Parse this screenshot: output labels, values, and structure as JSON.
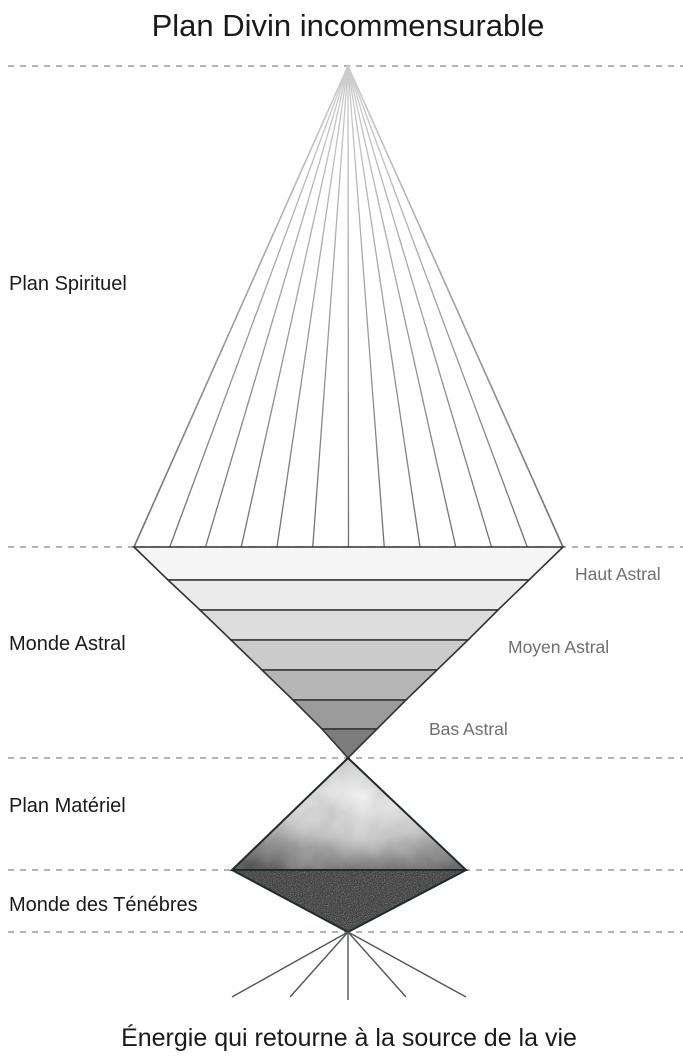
{
  "title": "Plan Divin incommensurable",
  "planes": [
    {
      "label": "Plan Spirituel"
    },
    {
      "label": "Monde Astral"
    },
    {
      "label": "Plan Matériel"
    },
    {
      "label": "Monde des Ténébres"
    }
  ],
  "astral_levels": [
    {
      "label": "Haut Astral"
    },
    {
      "label": "Moyen Astral"
    },
    {
      "label": "Bas Astral"
    }
  ],
  "caption": "Énergie qui retourne à la source de la vie",
  "colors": {
    "ink": "#1a1a1a",
    "line": "#9a9a9a",
    "astral_light": "#f4f4f4",
    "astral_dark": "#7c7c7c",
    "dark_ground": "#2b2b2b"
  }
}
